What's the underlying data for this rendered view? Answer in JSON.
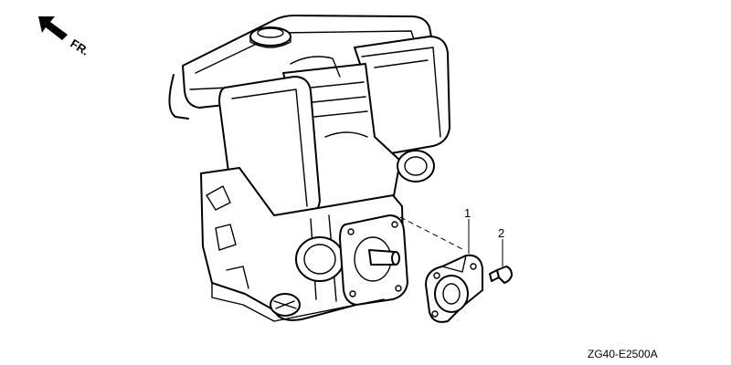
{
  "direction_indicator": {
    "text": "FR.",
    "icon": "front-arrow-icon"
  },
  "callouts": [
    {
      "number": "1",
      "part": "flange-plate"
    },
    {
      "number": "2",
      "part": "flange-bolt"
    }
  ],
  "diagram_code": "ZG40-E2500A"
}
